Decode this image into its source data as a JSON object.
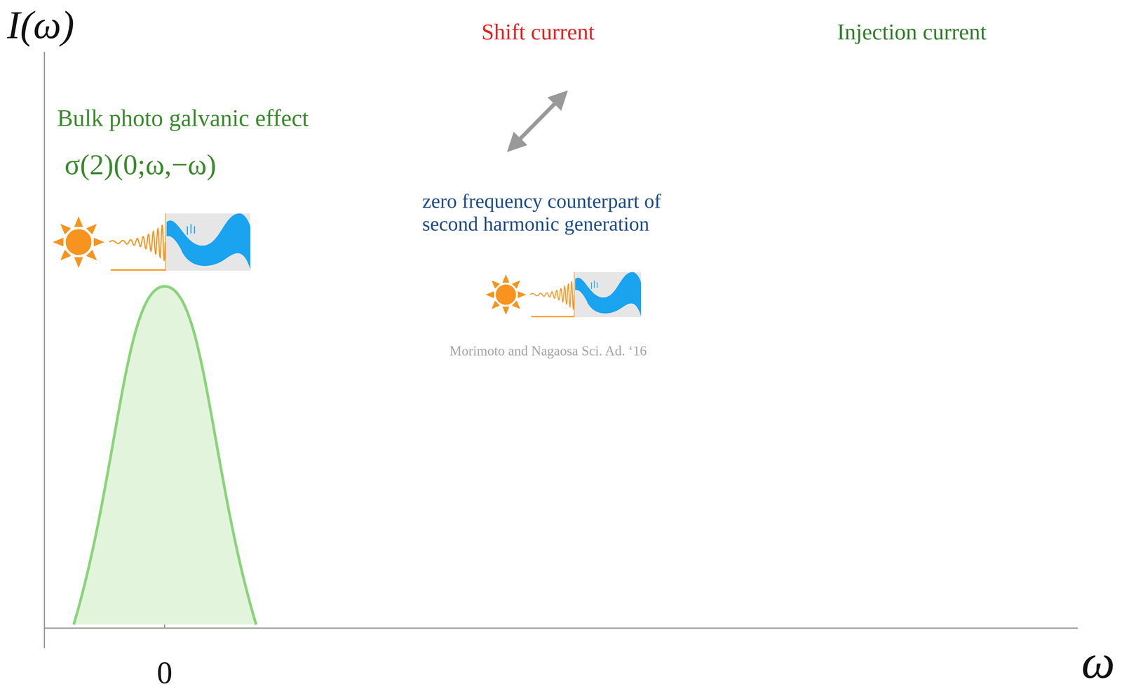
{
  "diagram": {
    "labels": [
      "I(ω)",
      "Bulk photo galvanic effect",
      "σ(2)(0;ω,−ω)",
      "Shift current",
      "Injection current",
      "zero frequency counterpart of second harmonic generation",
      "Morimoto and Nagaosa Sci. Ad. ‘16",
      "0",
      "ω"
    ]
  }
}
